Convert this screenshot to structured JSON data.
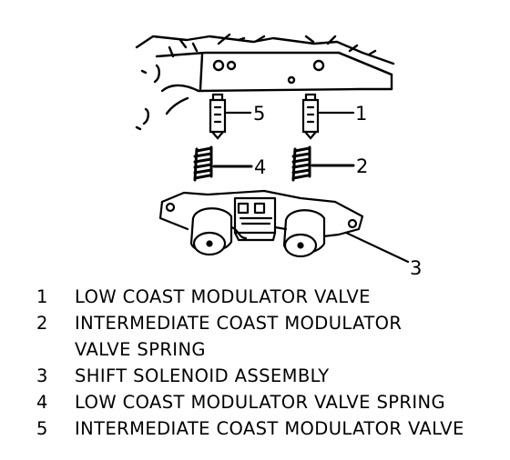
{
  "diagram": {
    "callouts": [
      "1",
      "2",
      "3",
      "4",
      "5"
    ]
  },
  "legend": {
    "items": [
      {
        "number": "1",
        "lines": [
          "LOW COAST MODULATOR VALVE"
        ]
      },
      {
        "number": "2",
        "lines": [
          "INTERMEDIATE COAST MODULATOR",
          "VALVE SPRING"
        ]
      },
      {
        "number": "3",
        "lines": [
          "SHIFT SOLENOID ASSEMBLY"
        ]
      },
      {
        "number": "4",
        "lines": [
          "LOW COAST MODULATOR VALVE SPRING"
        ]
      },
      {
        "number": "5",
        "lines": [
          "INTERMEDIATE COAST MODULATOR VALVE"
        ]
      }
    ]
  }
}
